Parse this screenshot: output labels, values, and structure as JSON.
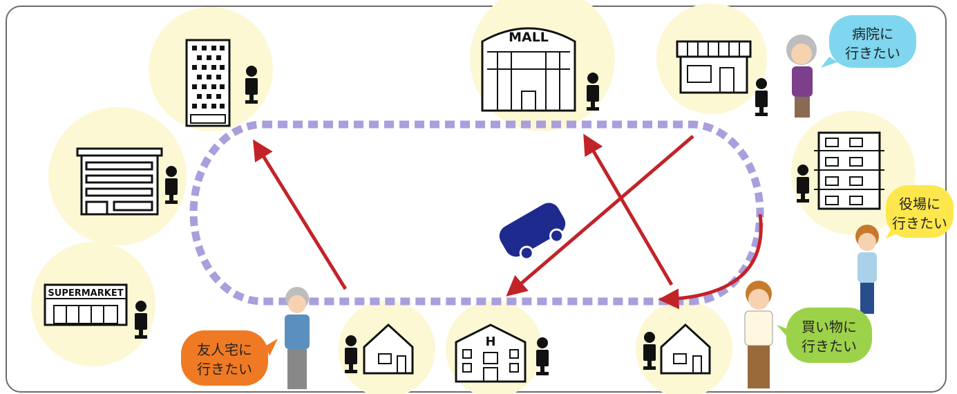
{
  "colors": {
    "bg_circle": "#fdf8d4",
    "route": "#a99fdc",
    "arrow": "#c22329",
    "bus": "#1f2a8f",
    "bubble_blue": "#7fd6ee",
    "bubble_yellow": "#fde74c",
    "bubble_green": "#9cd14a",
    "bubble_orange": "#f07a23"
  },
  "signs": {
    "mall": "MALL",
    "supermarket": "SUPERMARKET",
    "hospital": "H"
  },
  "bubbles": {
    "hospital_wish": {
      "line1": "病院に",
      "line2": "行きたい"
    },
    "office_wish": {
      "line1": "役場に",
      "line2": "行きたい"
    },
    "shopping_wish": {
      "line1": "買い物に",
      "line2": "行きたい"
    },
    "friend_wish": {
      "line1": "友人宅に",
      "line2": "行きたい"
    }
  },
  "icons": [
    "office-tower-icon",
    "mall-icon",
    "shop-icon",
    "apartment-icon",
    "school-icon",
    "supermarket-icon",
    "house-icon",
    "hospital-icon",
    "person-icon",
    "bus-icon"
  ]
}
